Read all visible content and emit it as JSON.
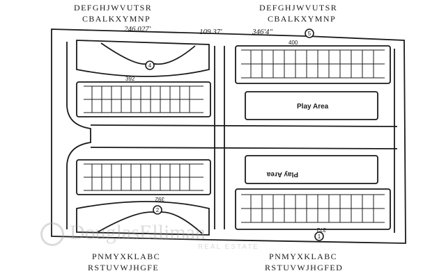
{
  "labels": {
    "top_left_1": "DEFGHJWVUTSR",
    "top_left_2": "CBALKXYMNP",
    "top_right_1": "DEFGHJWVUTSR",
    "top_right_2": "CBALKXYMNP",
    "bottom_left_1": "PNMYXKLABC",
    "bottom_left_2": "RSTUVWJHGFE",
    "bottom_right_1": "PNMYXKLABC",
    "bottom_right_2": "RSTUVWJHGFED"
  },
  "dimensions": {
    "d1": "246.027'",
    "d2": "109.37'",
    "d3": "346'4\""
  },
  "plan": {
    "play_area_top": "Play Area",
    "play_area_bottom": "Play Area",
    "building_392_top": "392",
    "building_392_bottom": "392",
    "building_400": "400",
    "building_372": "372",
    "marker_top_left": "4",
    "marker_top_right": "5",
    "marker_bottom_left": "2",
    "marker_bottom_right": "1"
  },
  "watermark": {
    "name": "DouglasElliman",
    "sub": "REAL ESTATE"
  }
}
